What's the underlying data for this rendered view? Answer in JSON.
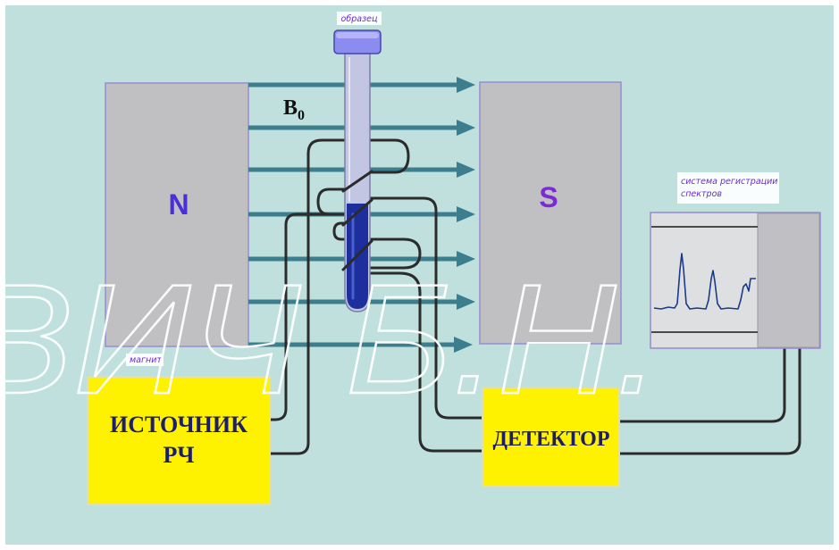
{
  "diagram": {
    "sample_label": "образец",
    "field_label": {
      "main": "B",
      "sub": "0"
    },
    "north_label": "N",
    "south_label": "S",
    "magnet_label": "магнит",
    "rf_source": {
      "line1": "ИСТОЧНИК",
      "line2": "РЧ"
    },
    "detector_label": "ДЕТЕКТОР",
    "recorder_label": {
      "line1": "система регистрации",
      "line2": "спектров"
    },
    "watermark": "ВИЧ Б.Н."
  },
  "colors": {
    "background": "#bfe0dc",
    "magnet": "#c0c0c2",
    "magnet_border": "#9a8ad4",
    "field_arrow": "#3c7e8e",
    "wire": "#2b2b2b",
    "box_fill": "#fff200",
    "box_text": "#1d1d6e",
    "label_text": "#6a2bd0",
    "north_label": "#4a2fd8",
    "south_label": "#7a2bd6",
    "tube_glass": "#c3c6e2",
    "sample_liquid": "#1c2f9c",
    "tube_cap": "#8c8cf0",
    "spectrum_trace": "#1a3a8a",
    "watermark": "#ffffff"
  }
}
